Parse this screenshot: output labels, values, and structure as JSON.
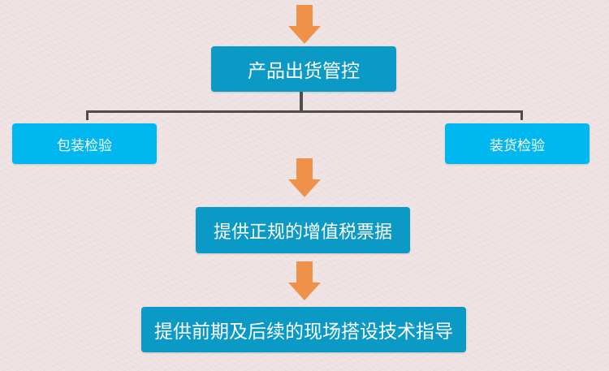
{
  "diagram": {
    "nodes": [
      {
        "id": "product-shipping-control",
        "label": "产品出货管控"
      },
      {
        "id": "packaging-inspection",
        "label": "包装检验"
      },
      {
        "id": "loading-inspection",
        "label": "装货检验"
      },
      {
        "id": "formal-vat-invoice",
        "label": "提供正规的增值税票据"
      },
      {
        "id": "onsite-setup-guidance",
        "label": "提供前期及后续的现场搭设技术指导"
      }
    ],
    "edges": [
      {
        "from": "top",
        "to": "product-shipping-control",
        "type": "arrow"
      },
      {
        "from": "product-shipping-control",
        "to": "packaging-inspection",
        "type": "bracket-line"
      },
      {
        "from": "product-shipping-control",
        "to": "loading-inspection",
        "type": "bracket-line"
      },
      {
        "from": "product-shipping-control",
        "to": "formal-vat-invoice",
        "type": "arrow"
      },
      {
        "from": "formal-vat-invoice",
        "to": "onsite-setup-guidance",
        "type": "arrow"
      }
    ],
    "colors": {
      "primary_box": "#0b99c6",
      "secondary_box": "#00b8ef",
      "arrow": "#f0914a",
      "connector": "#4d4d4d",
      "background": "#eee2e2"
    }
  }
}
